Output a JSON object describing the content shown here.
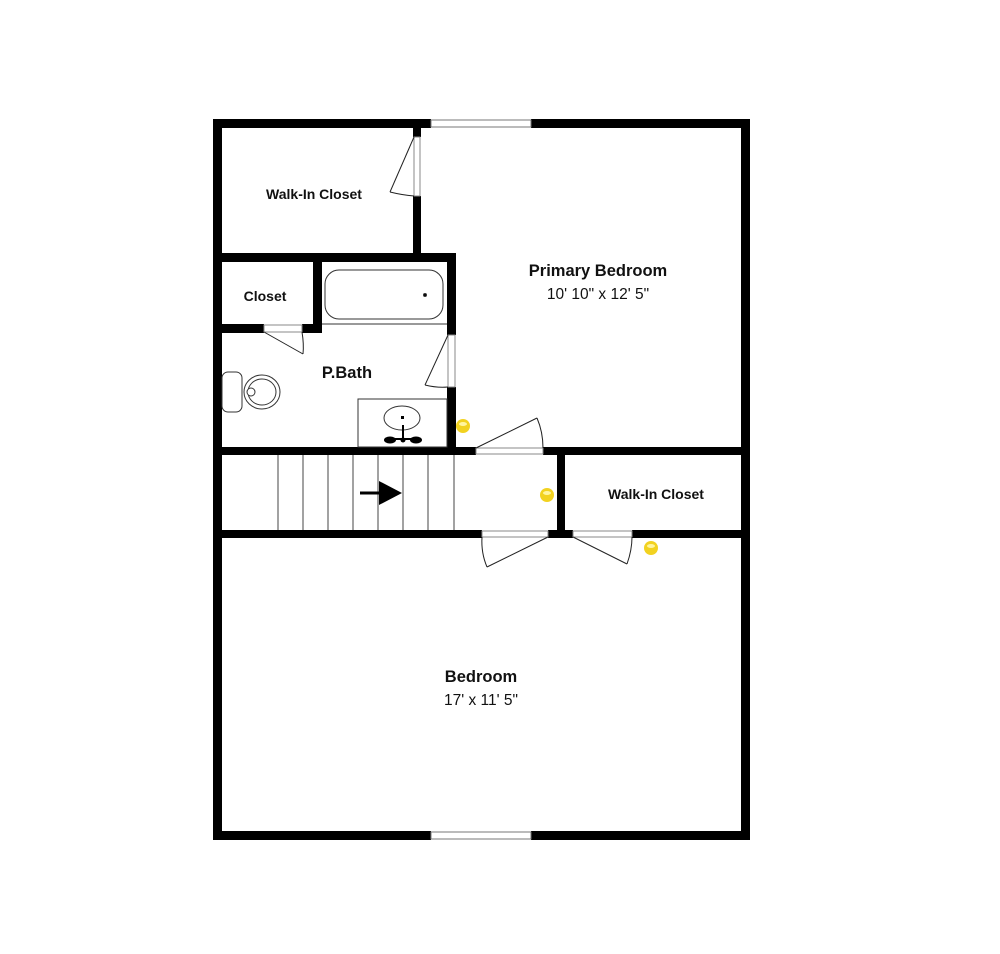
{
  "floorplan": {
    "colors": {
      "wall": "#000000",
      "background": "#ffffff",
      "fixture_line": "#333333",
      "light_fixture": "#f2d220"
    },
    "rooms": [
      {
        "id": "walk-in-closet-upper",
        "name": "Walk-In Closet",
        "dimensions": ""
      },
      {
        "id": "closet",
        "name": "Closet",
        "dimensions": ""
      },
      {
        "id": "primary-bath",
        "name": "P.Bath",
        "dimensions": ""
      },
      {
        "id": "primary-bedroom",
        "name": "Primary Bedroom",
        "dimensions": "10' 10\" x 12' 5\""
      },
      {
        "id": "walk-in-closet-lower",
        "name": "Walk-In Closet",
        "dimensions": ""
      },
      {
        "id": "bedroom",
        "name": "Bedroom",
        "dimensions": "17' x 11' 5\""
      }
    ],
    "fixtures": [
      "bathtub",
      "toilet",
      "sink-vanity",
      "stairs",
      "stair-direction-arrow"
    ],
    "light_fixtures_count": 3,
    "windows_count": 2,
    "doors_count": 6
  }
}
